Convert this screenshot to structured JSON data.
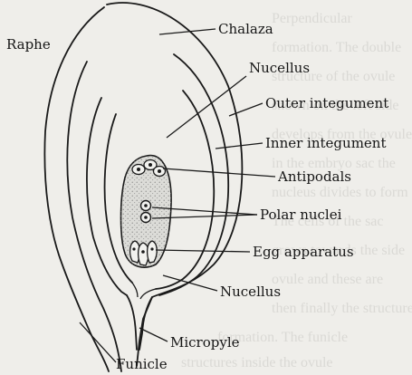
{
  "figure": {
    "labels": {
      "chalaza": "Chalaza",
      "raphe": "Raphe",
      "nucellus_top": "Nucellus",
      "outer_integument": "Outer integument",
      "inner_integument": "Inner integument",
      "antipodals": "Antipodals",
      "polar_nuclei": "Polar nuclei",
      "egg_apparatus": "Egg apparatus",
      "nucellus_bottom": "Nucellus",
      "micropyle": "Micropyle",
      "funicle": "Funicle"
    },
    "colors": {
      "ink": "#1a1a1a",
      "paper": "#efeeea",
      "embryo_sac_fill": "#dcdcd8",
      "bleed_text": "#c9c8c4"
    }
  }
}
